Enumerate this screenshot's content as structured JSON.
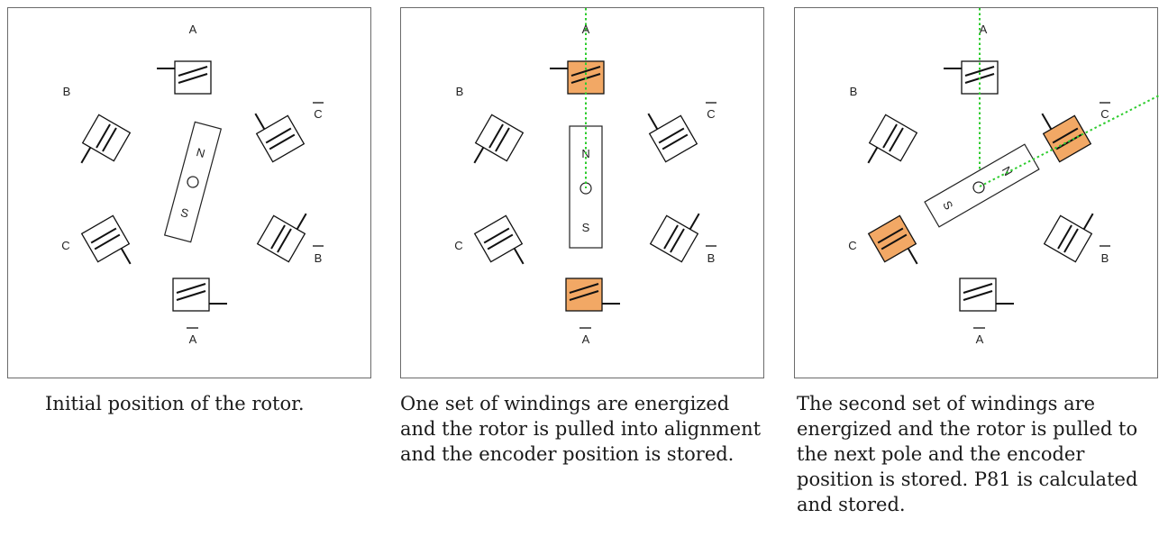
{
  "panels": [
    {
      "caption": "Initial position of the rotor.",
      "windings": [
        {
          "label": "A",
          "overbar": false,
          "energized": false
        },
        {
          "label": "A",
          "overbar": true,
          "energized": false
        },
        {
          "label": "B",
          "overbar": false,
          "energized": false
        },
        {
          "label": "B",
          "overbar": true,
          "energized": false
        },
        {
          "label": "C",
          "overbar": false,
          "energized": false
        },
        {
          "label": "C",
          "overbar": true,
          "energized": false
        }
      ],
      "rotor": {
        "north": "N",
        "south": "S"
      },
      "axis_lines": false
    },
    {
      "caption": "One set of windings are energized and the rotor is pulled into alignment and the encoder position is stored.",
      "windings": [
        {
          "label": "A",
          "overbar": false,
          "energized": true
        },
        {
          "label": "A",
          "overbar": true,
          "energized": true
        },
        {
          "label": "B",
          "overbar": false,
          "energized": false
        },
        {
          "label": "B",
          "overbar": true,
          "energized": false
        },
        {
          "label": "C",
          "overbar": false,
          "energized": false
        },
        {
          "label": "C",
          "overbar": true,
          "energized": false
        }
      ],
      "rotor": {
        "north": "N",
        "south": "S"
      },
      "axis_lines": true
    },
    {
      "caption": "The second set of windings are energized and the rotor is pulled to the next pole and the encoder position is stored. P81 is calculated and stored.",
      "windings": [
        {
          "label": "A",
          "overbar": false,
          "energized": false
        },
        {
          "label": "A",
          "overbar": true,
          "energized": false
        },
        {
          "label": "B",
          "overbar": false,
          "energized": false
        },
        {
          "label": "B",
          "overbar": true,
          "energized": false
        },
        {
          "label": "C",
          "overbar": false,
          "energized": true
        },
        {
          "label": "C",
          "overbar": true,
          "energized": true
        }
      ],
      "rotor": {
        "north": "N",
        "south": "S"
      },
      "axis_lines": true
    }
  ],
  "colors": {
    "energized": "#f2a865",
    "idle": "#ffffff",
    "axis": "#2ecc2e",
    "frame": "#6b6b6b"
  }
}
